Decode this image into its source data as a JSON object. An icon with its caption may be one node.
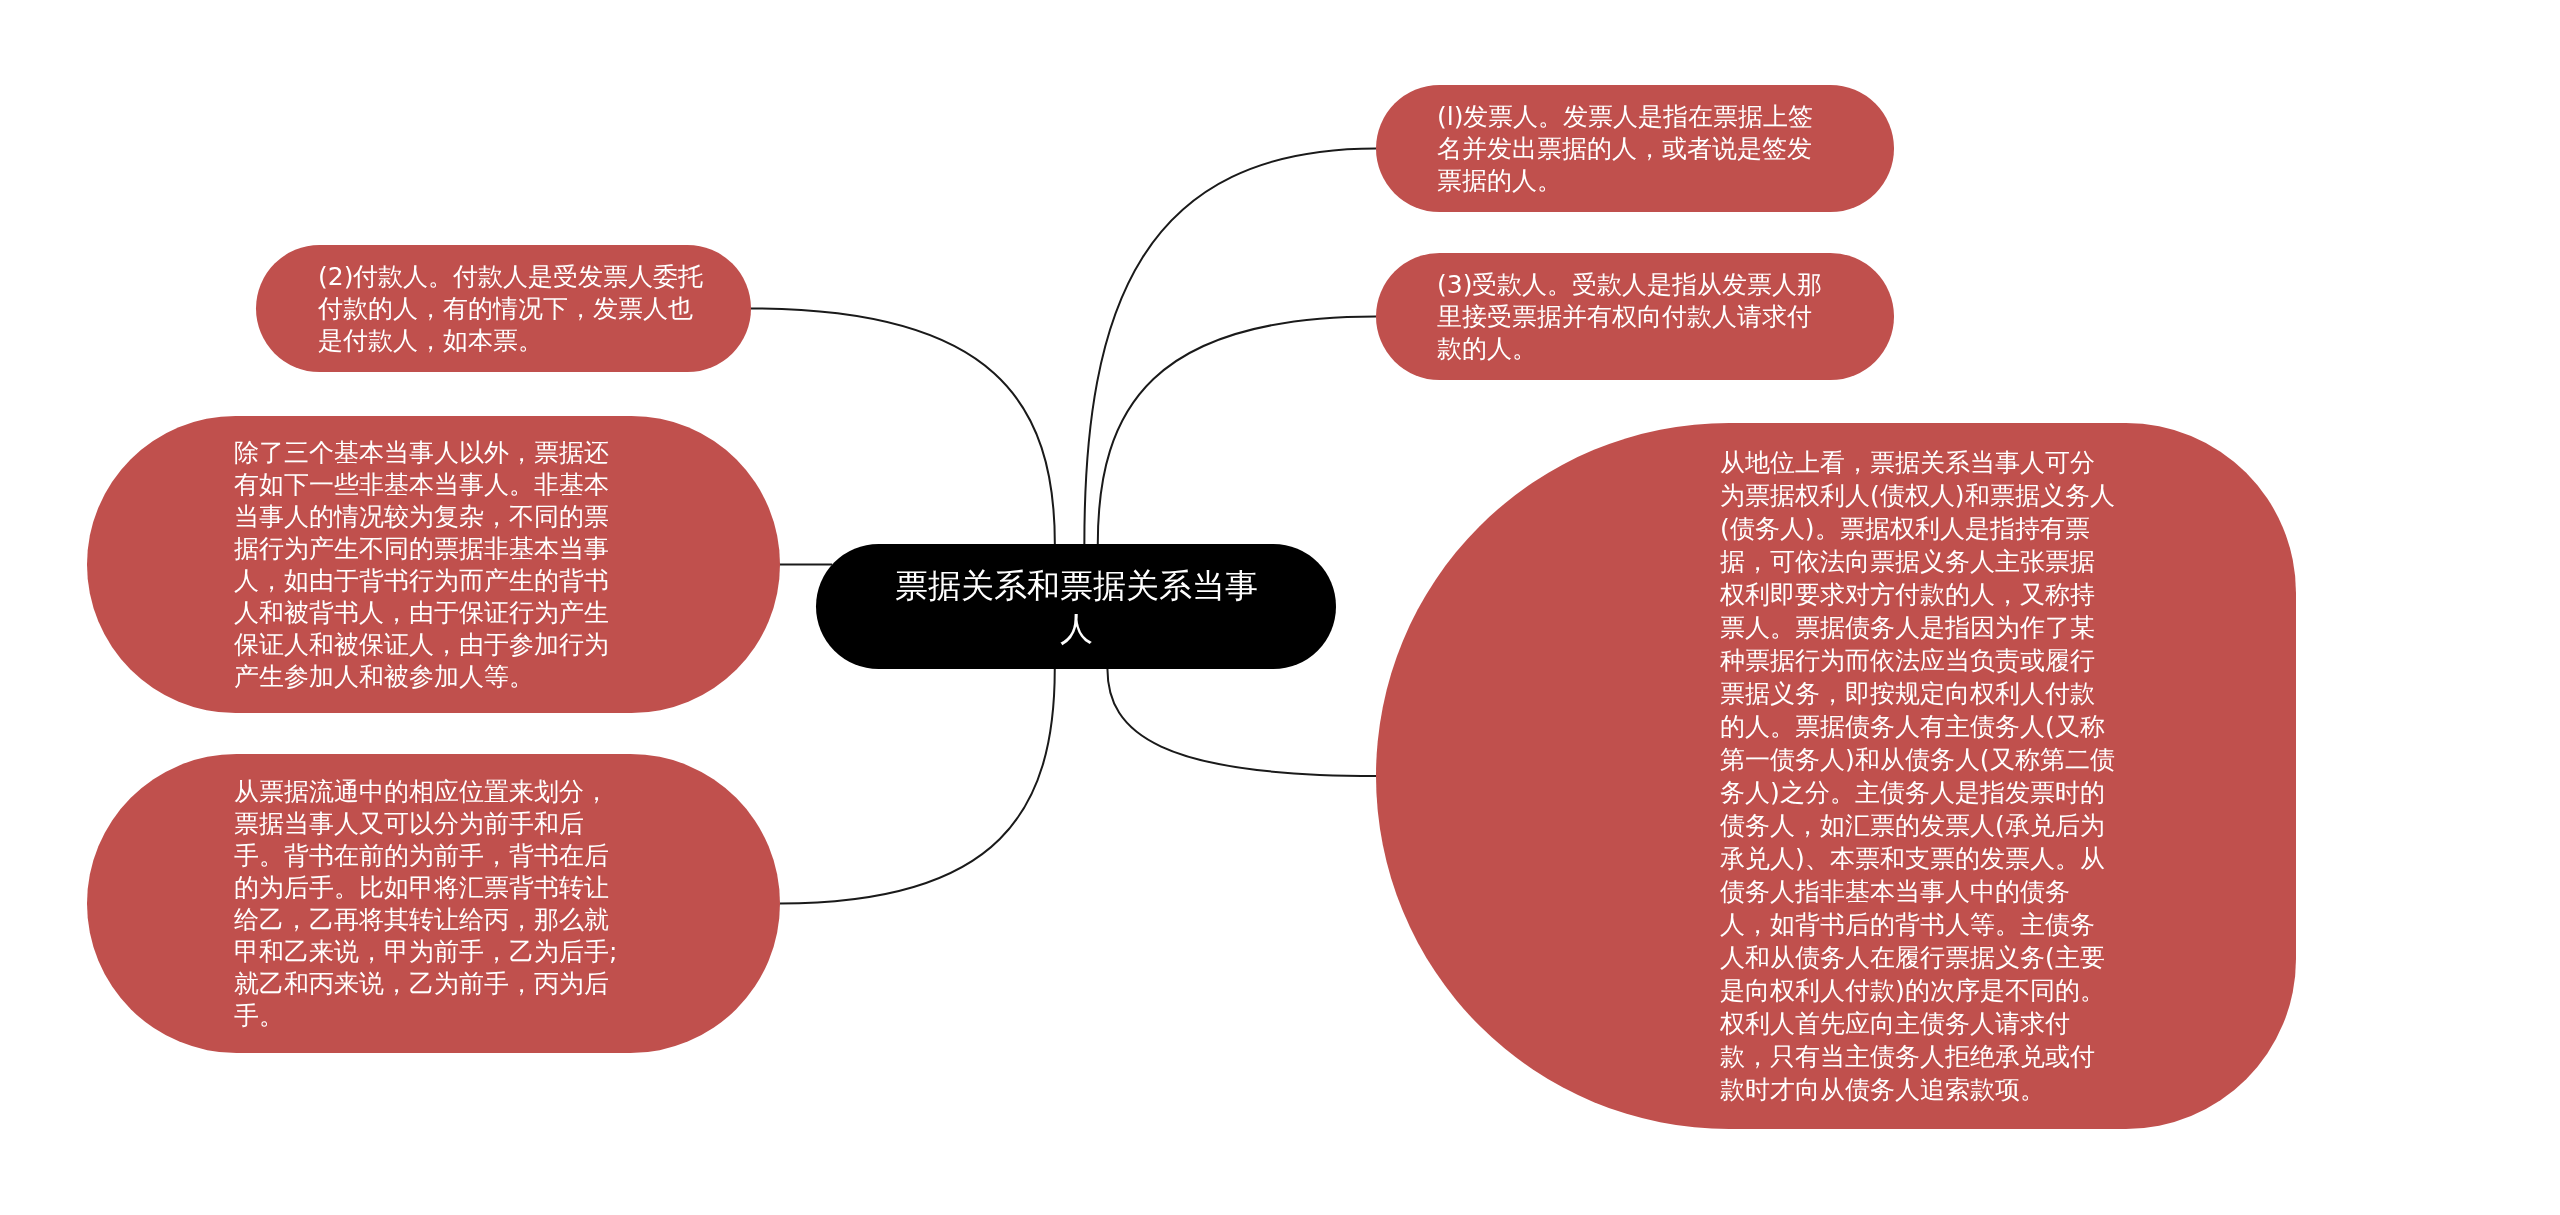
{
  "diagram": {
    "nodes": [
      {
        "text": [
          "票据关系和票据关系当事人"
        ]
      },
      {
        "text": [
          "(l)发票人。发票人是指在票据上签名并发出票据的人，或者说是签发票据的人。"
        ]
      },
      {
        "text": [
          "(2)付款人。付款人是受发票人委托付款的人，有的情况下，发票人也是付款人，如本票。"
        ]
      },
      {
        "text": [
          "(3)受款人。受款人是指从发票人那里接受票据并有权向付款人请求付款的人。"
        ]
      },
      {
        "text": [
          "除了三个基本当事人以外，票据还有如下一些非基本当事人。非基本当事人的情况较为复杂，不同的票据行为产生不同的票据非基本当事人，如由于背书行为而产生的背书人和被背书人，由于保证行为产生保证人和被保证人，由于参加行为产生参加人和被参加人等。"
        ]
      },
      {
        "text": [
          "从票据流通中的相应位置来划分，票据当事人又可以分为前手和后手。背书在前的为前手，背书在后的为后手。比如甲将汇票背书转让给乙，乙再将其转让给丙，那么就甲和乙来说，甲为前手，乙为后手;就乙和丙来说，乙为前手，丙为后手。"
        ]
      },
      {
        "text": [
          "从地位上看，票据关系当事人可分为票据权利人(债权人)和票据义务人(债务人)。票据权利人是指持有票据，可依法向票据义务人主张票据权利即要求对方付款的人，又称持票人。票据债务人是指因为作了某种票据行为而依法应当负责或履行票据义务，即按规定向权利人付款的人。票据债务人有主债务人(又称第一债务人)和从债务人(又称第二债务人)之分。主债务人是指发票时的债务人，如汇票的发票人(承兑后为承兑人)、本票和支票的发票人。从债务人指非基本当事人中的债务人，如背书后的背书人等。主债务人和从债务人在履行票据义务(主要是向权利人付款)的次序是不同的。权利人首先应向主债务人请求付款，只有当主债务人拒绝承兑或付款时才向从债务人追索款项。"
        ]
      }
    ],
    "edges": [
      {
        "from": 0,
        "to": 1,
        "arrow": "none"
      },
      {
        "from": 0,
        "to": 2,
        "arrow": "none"
      },
      {
        "from": 0,
        "to": 3,
        "arrow": "none"
      },
      {
        "from": 0,
        "to": 4,
        "arrow": "none"
      },
      {
        "from": 0,
        "to": 5,
        "arrow": "none"
      },
      {
        "from": 0,
        "to": 6,
        "arrow": "none"
      }
    ]
  }
}
